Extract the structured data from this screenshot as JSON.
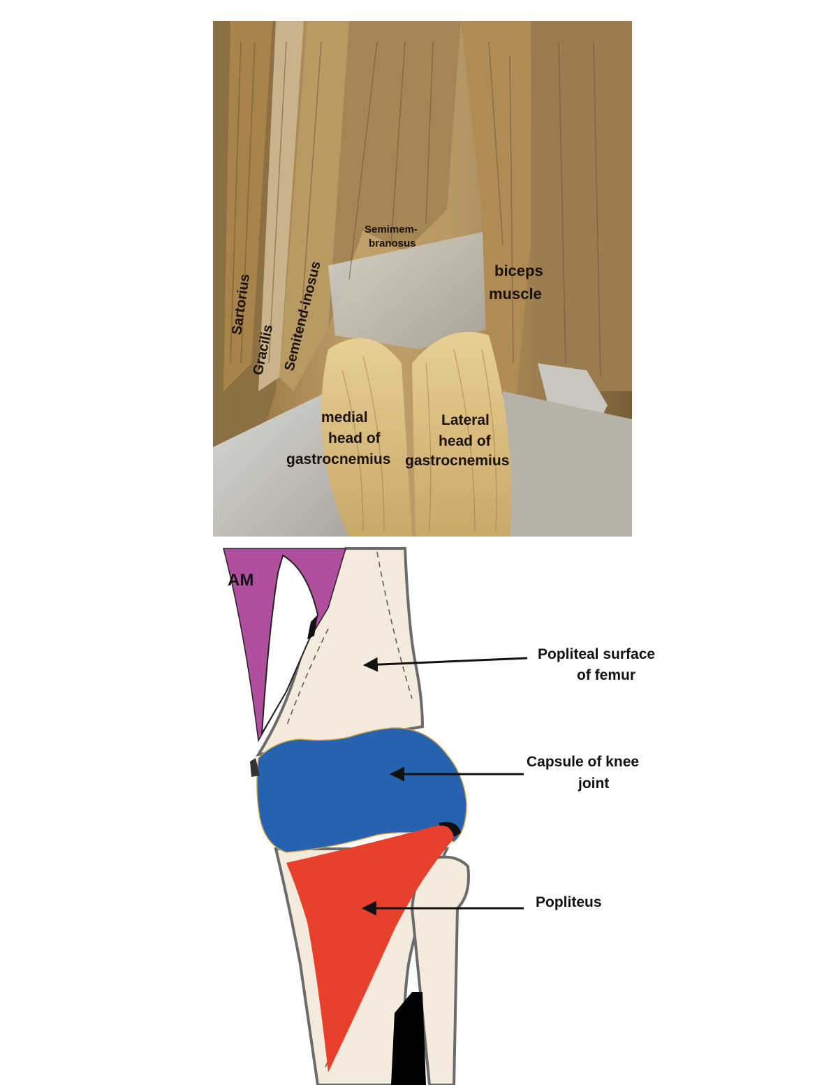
{
  "photo": {
    "labels": {
      "sartorius": "Sartorius",
      "gracilis": "Gracilis",
      "semitendinosus": "Semitend-inosus",
      "semimembranosus_1": "Semimem-",
      "semimembranosus_2": "branosus",
      "biceps_1": "biceps",
      "biceps_2": "muscle",
      "medial_1": "medial",
      "medial_2": "head of",
      "medial_3": "gastrocnemius",
      "lateral_1": "Lateral",
      "lateral_2": "head of",
      "lateral_3": "gastrocnemius"
    }
  },
  "diagram": {
    "labels": {
      "am": "AM",
      "popliteal_surface_1": "Popliteal surface",
      "popliteal_surface_2": "of femur",
      "capsule_1": "Capsule of knee",
      "capsule_2": "joint",
      "popliteus": "Popliteus"
    },
    "colors": {
      "adductor_magnus": "#b04ea0",
      "capsule": "#2563b0",
      "popliteus": "#e8402a",
      "bone": "#f5ebdc",
      "outline": "#6b6b6b"
    }
  }
}
